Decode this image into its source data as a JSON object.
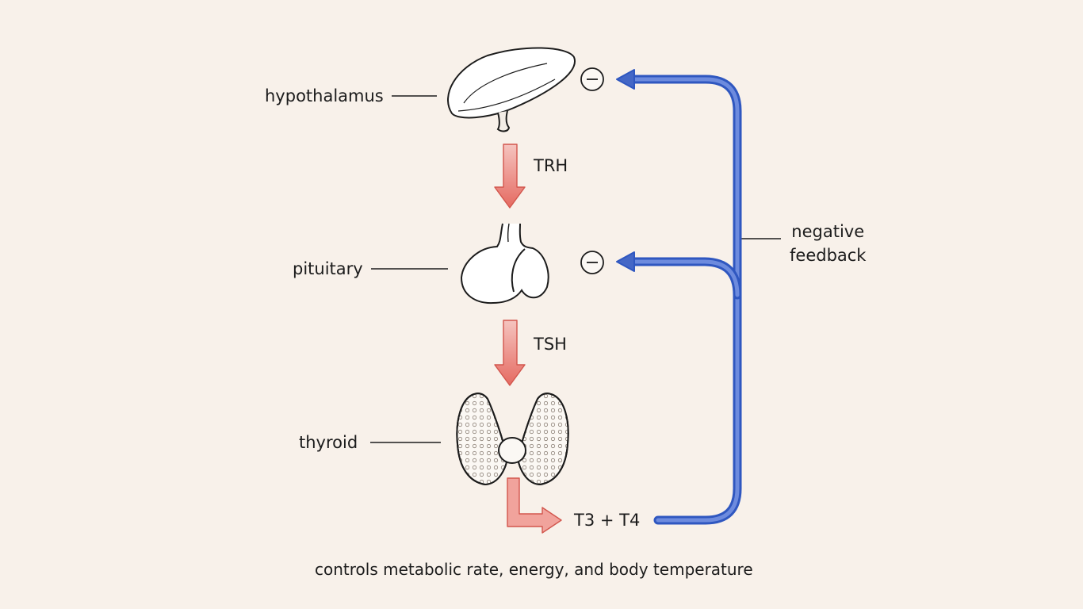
{
  "organs": {
    "hypothalamus": "hypothalamus",
    "pituitary": "pituitary",
    "thyroid": "thyroid"
  },
  "hormones": {
    "trh": "TRH",
    "tsh": "TSH",
    "output": "T3 + T4"
  },
  "feedback": {
    "line1": "negative",
    "line2": "feedback"
  },
  "caption": "controls metabolic rate, energy, and body temperature",
  "colors": {
    "background": "#f8f1ea",
    "stimulation_arrow": "#e06a62",
    "feedback_arrow": "#3f63c4",
    "outline": "#1c1c1c"
  }
}
